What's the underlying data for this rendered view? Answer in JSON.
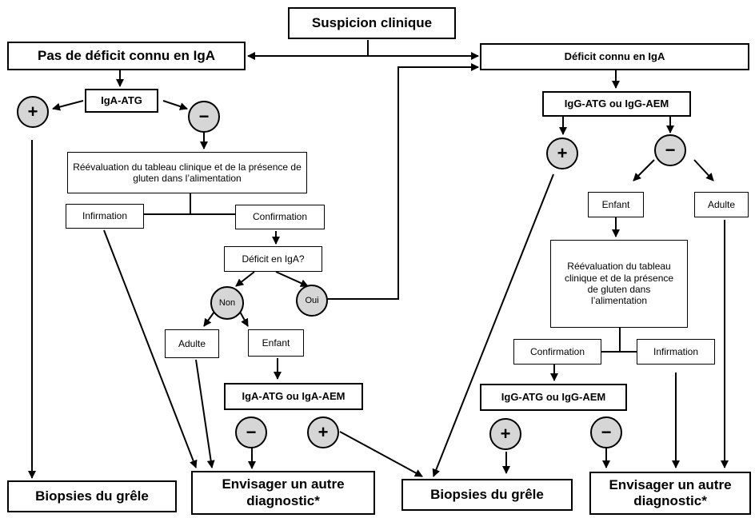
{
  "colors": {
    "line": "#000000",
    "circle_fill": "#d6d6d6",
    "background": "#ffffff"
  },
  "nodes": {
    "suspicion": "Suspicion clinique",
    "left_header": "Pas de déficit connu en IgA",
    "right_header": "Déficit connu en IgA",
    "iga_atg": "IgA-ATG",
    "plus": "+",
    "minus": "−",
    "reeval_left": "Réévaluation du tableau clinique et de la présence de gluten dans l’alimentation",
    "infirmation": "Infirmation",
    "confirmation": "Confirmation",
    "deficit_question": "Déficit en IgA?",
    "non": "Non",
    "oui": "Oui",
    "adulte": "Adulte",
    "enfant": "Enfant",
    "iga_atg_aem": "IgA-ATG ou IgA-AEM",
    "igg_atg_aem": "IgG-ATG ou IgG-AEM",
    "reeval_right": "Réévaluation du tableau clinique et de la présence de gluten dans l’alimentation",
    "biopsies": "Biopsies du grêle",
    "autre_diagnostic": "Envisager un autre diagnostic*"
  }
}
